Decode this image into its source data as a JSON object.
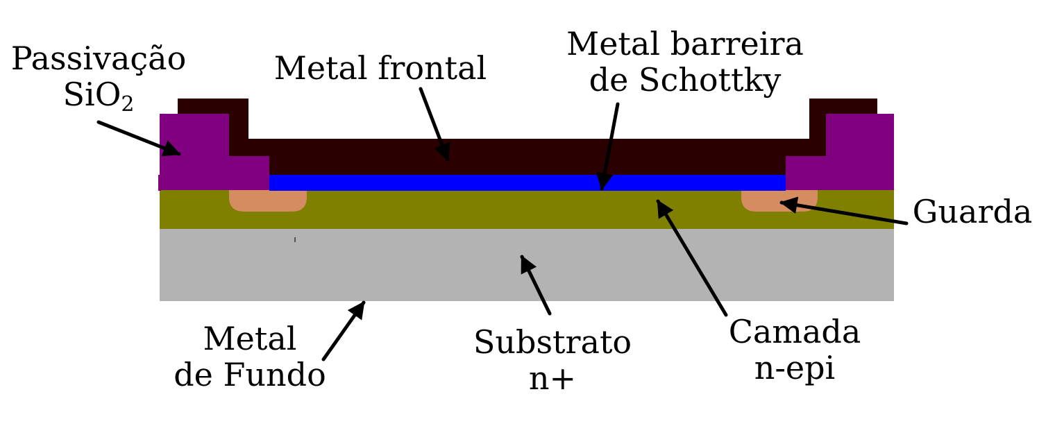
{
  "labels": {
    "passivacao": {
      "line1": "Passivação",
      "line2_base": "SiO",
      "line2_sub": "2"
    },
    "metal_frontal": {
      "line1": "Metal frontal"
    },
    "schottky": {
      "line1": "Metal barreira",
      "line2": "de Schottky"
    },
    "guarda": {
      "line1": "Guarda"
    },
    "metal_fundo": {
      "line1": "Metal",
      "line2": "de Fundo"
    },
    "substrato": {
      "line1": "Substrato",
      "line2": "n+"
    },
    "camada": {
      "line1": "Camada",
      "line2": "n-epi"
    }
  },
  "colors": {
    "substrate": "#b3b3b3",
    "epi_layer": "#808000",
    "guard_ring": "#d48c60",
    "schottky_metal": "#0000ff",
    "front_metal": "#2b0000",
    "passivation": "#800080",
    "arrow": "#000000"
  }
}
